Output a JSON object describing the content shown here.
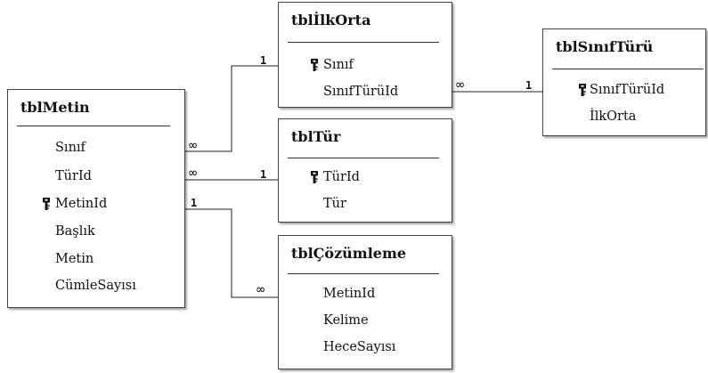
{
  "tables": {
    "tblMetin": {
      "title": "tblMetin",
      "fields": [
        {
          "name": "Sınıf",
          "key": false
        },
        {
          "name": "TürId",
          "key": false
        },
        {
          "name": "MetinId",
          "key": true
        },
        {
          "name": "Başlık",
          "key": false
        },
        {
          "name": "Metin",
          "key": false
        },
        {
          "name": "CümleSayısı",
          "key": false
        }
      ]
    },
    "tblIlkOrta": {
      "title": "tblİlkOrta",
      "fields": [
        {
          "name": "Sınıf",
          "key": true
        },
        {
          "name": "SınıfTürüId",
          "key": false
        }
      ]
    },
    "tblTur": {
      "title": "tblTür",
      "fields": [
        {
          "name": "TürId",
          "key": true
        },
        {
          "name": "Tür",
          "key": false
        }
      ]
    },
    "tblCozumleme": {
      "title": "tblÇözümleme",
      "fields": [
        {
          "name": "MetinId",
          "key": false
        },
        {
          "name": "Kelime",
          "key": false
        },
        {
          "name": "HeceSayısı",
          "key": false
        }
      ]
    },
    "tblSinifTuru": {
      "title": "tblSınıfTürü",
      "fields": [
        {
          "name": "SınıfTürüId",
          "key": true
        },
        {
          "name": "İlkOrta",
          "key": false
        }
      ]
    }
  },
  "relationships": [
    {
      "from": "tblMetin.Sınıf",
      "to": "tblİlkOrta.Sınıf",
      "from_card": "∞",
      "to_card": "1"
    },
    {
      "from": "tblMetin.TürId",
      "to": "tblTür.TürId",
      "from_card": "∞",
      "to_card": "1"
    },
    {
      "from": "tblMetin.MetinId",
      "to": "tblÇözümleme.MetinId",
      "from_card": "1",
      "to_card": "∞"
    },
    {
      "from": "tblİlkOrta.SınıfTürüId",
      "to": "tblSınıfTürü.SınıfTürüId",
      "from_card": "∞",
      "to_card": "1"
    }
  ]
}
